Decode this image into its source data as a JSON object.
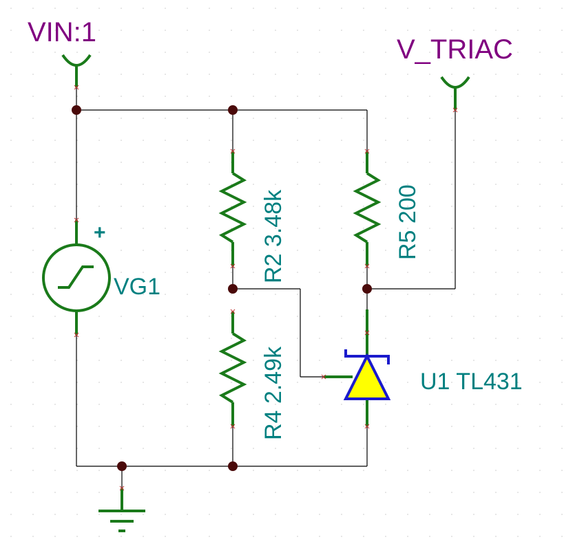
{
  "nets": {
    "vin": "VIN:1",
    "v_triac": "V_TRIAC"
  },
  "components": {
    "r2": {
      "ref": "R2",
      "value": "3.48k",
      "label": "R2 3.48k"
    },
    "r4": {
      "ref": "R4",
      "value": "2.49k",
      "label": "R4 2.49k"
    },
    "r5": {
      "ref": "R5",
      "value": "200",
      "label": "R5 200"
    },
    "u1": {
      "ref": "U1",
      "value": "TL431",
      "label": "U1 TL431"
    },
    "vg1": {
      "ref": "VG1",
      "label": "VG1",
      "polarity": "+"
    }
  },
  "colors": {
    "wire": "#000000",
    "component": "#1a7a1a",
    "net_label": "#800080",
    "part_label": "#008080",
    "shunt_regulator": "#1a1acc",
    "shunt_regulator_fill": "#ffff00",
    "node": "#4a0a0a"
  }
}
